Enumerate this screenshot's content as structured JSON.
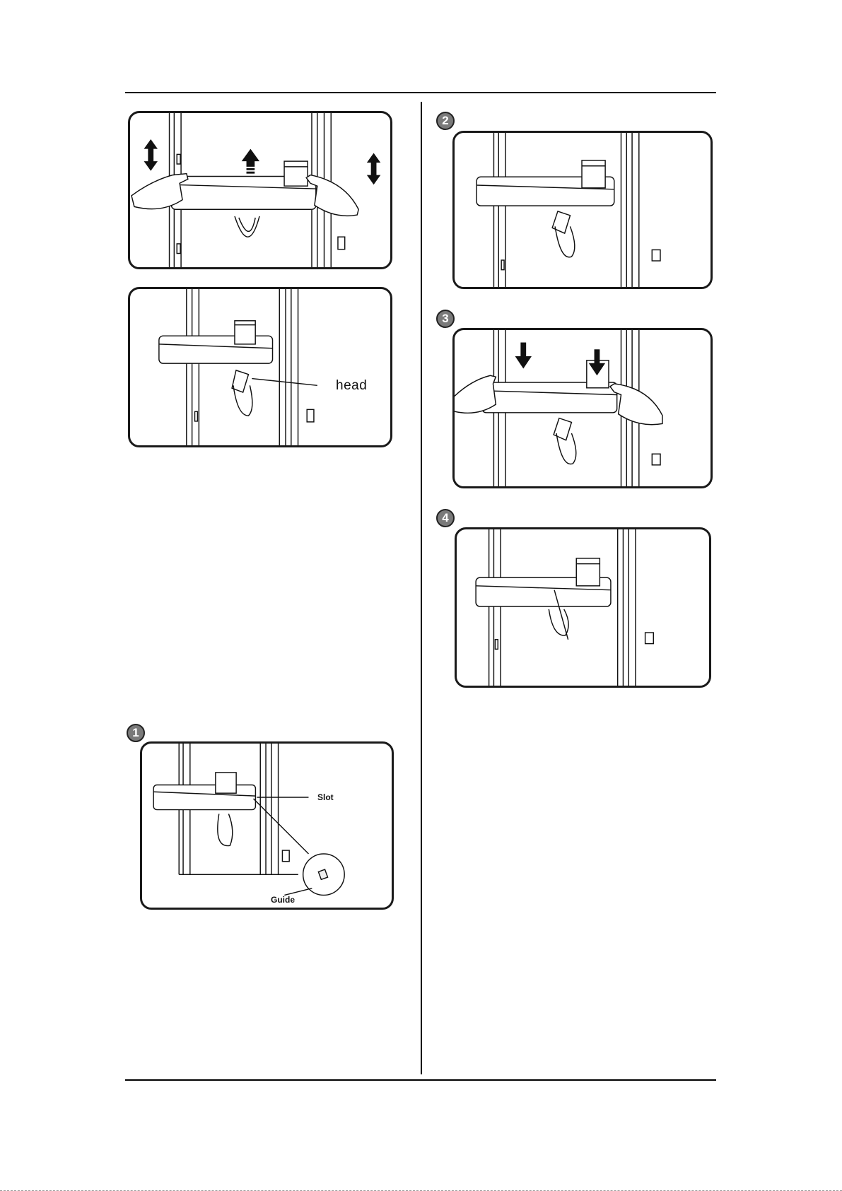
{
  "steps": {
    "one": "1",
    "two": "2",
    "three": "3",
    "four": "4"
  },
  "labels": {
    "head": "head",
    "slot": "Slot",
    "guide": "Guide"
  },
  "icons": {
    "lift": "double-arrow-icon",
    "up": "up-arrow-icon",
    "down": "down-arrow-icon",
    "hand": "hand-icon"
  }
}
